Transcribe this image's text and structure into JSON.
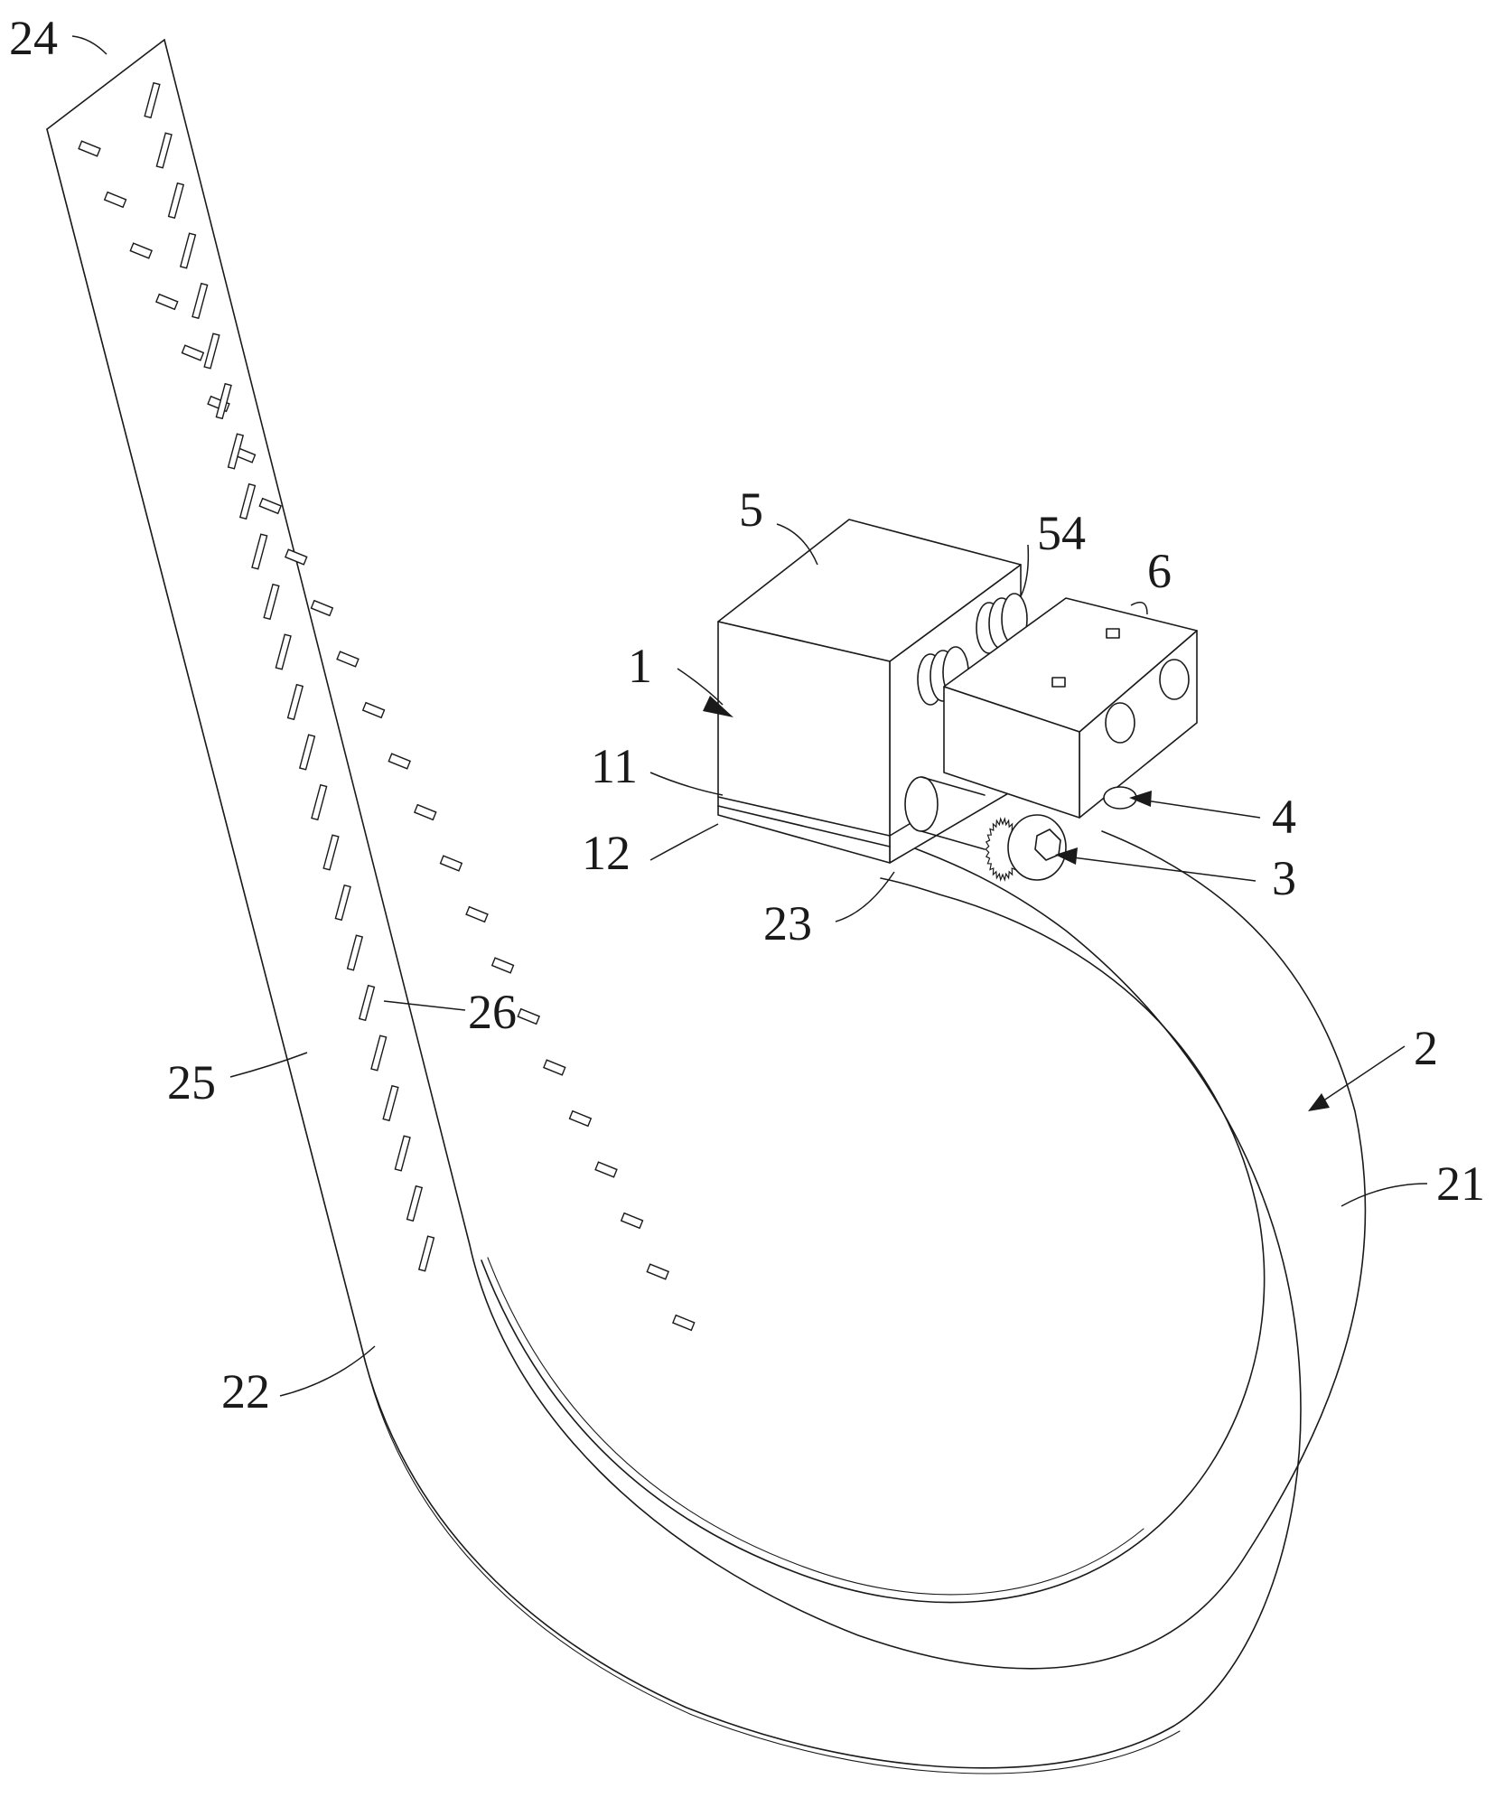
{
  "figure": {
    "reference_numerals": [
      {
        "key": "label_24",
        "text": "24"
      },
      {
        "key": "label_5",
        "text": "5"
      },
      {
        "key": "label_54",
        "text": "54"
      },
      {
        "key": "label_6",
        "text": "6"
      },
      {
        "key": "label_1",
        "text": "1"
      },
      {
        "key": "label_11",
        "text": "11"
      },
      {
        "key": "label_12",
        "text": "12"
      },
      {
        "key": "label_4",
        "text": "4"
      },
      {
        "key": "label_3",
        "text": "3"
      },
      {
        "key": "label_23",
        "text": "23"
      },
      {
        "key": "label_26",
        "text": "26"
      },
      {
        "key": "label_25",
        "text": "25"
      },
      {
        "key": "label_2",
        "text": "2"
      },
      {
        "key": "label_21",
        "text": "21"
      },
      {
        "key": "label_22",
        "text": "22"
      }
    ]
  }
}
